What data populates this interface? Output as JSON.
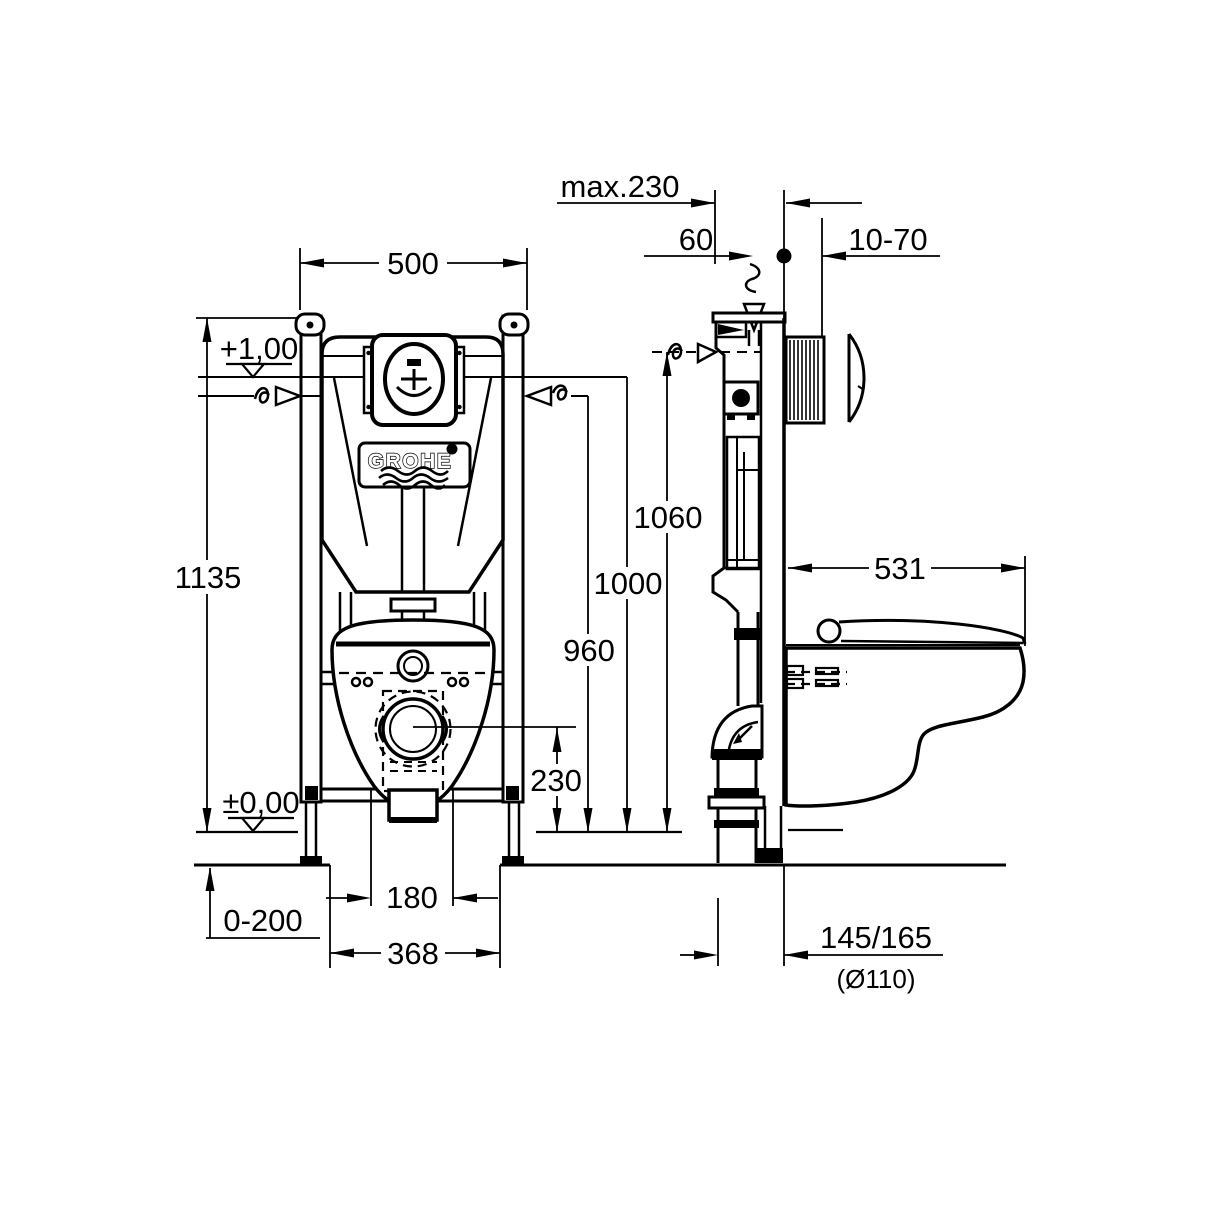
{
  "page": {
    "title": "GROHE wall-hung WC frame installation drawing",
    "background": "#ffffff",
    "line_color": "#000000"
  },
  "logo": {
    "brand": "GROHE"
  },
  "dims": {
    "front": {
      "frame_width": "500",
      "frame_height": "1135",
      "upper_level": "+1,00",
      "zero_level": "±0,00",
      "foot_adjustment": "0-200",
      "outlet_spacing": "180",
      "floor_opening": "368",
      "outlet_center_height": "230",
      "supply_height": "960",
      "level_height": "1000",
      "inlet_height": "1060"
    },
    "side": {
      "max_wall_distance": "max.230",
      "supply_offset": "60",
      "actuator_adjustment": "10-70",
      "bowl_depth": "531",
      "outlet_wall_distance": "145/165",
      "outlet_diameter": "(Ø110)"
    }
  }
}
